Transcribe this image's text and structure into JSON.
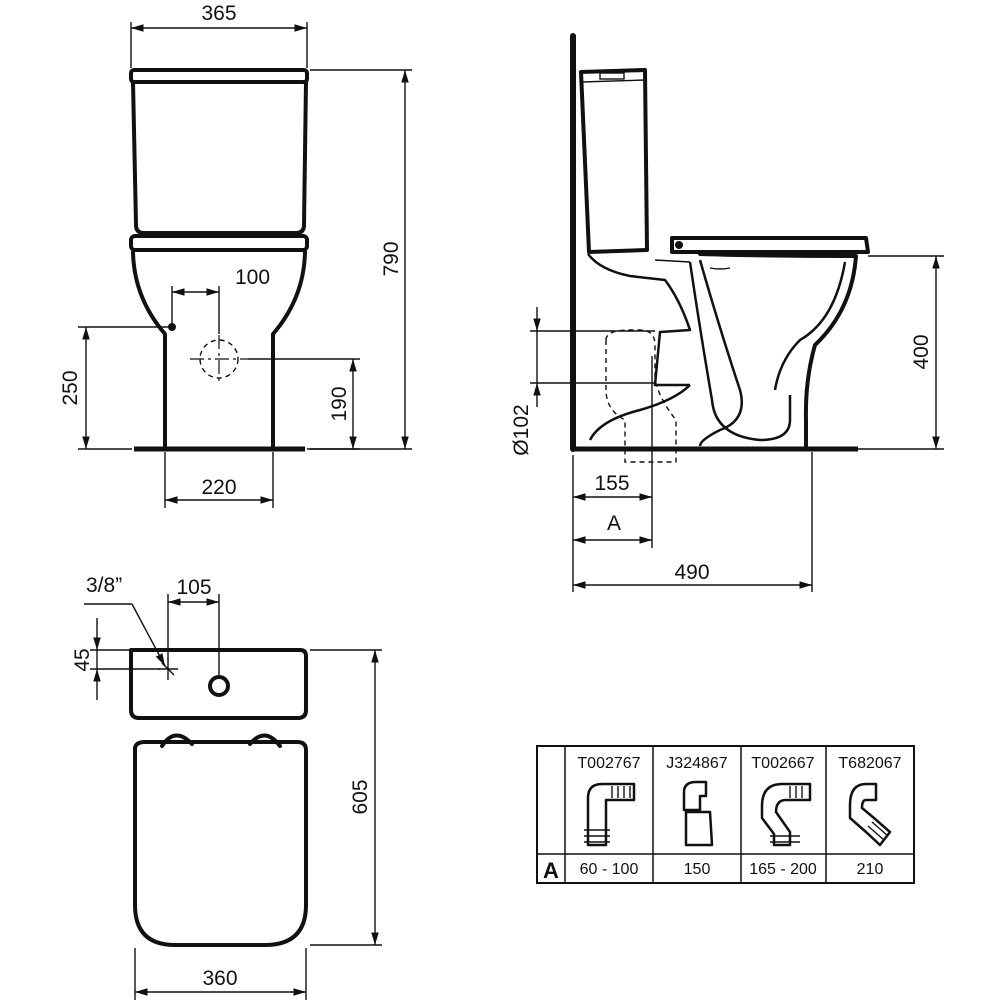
{
  "front_view": {
    "width_top": "365",
    "height_total": "790",
    "inlet_offset": "100",
    "inlet_height": "250",
    "outlet_height": "190",
    "base_width": "220"
  },
  "side_view": {
    "seat_height": "400",
    "outlet_diameter": "Ø102",
    "outlet_distance": "155",
    "variable_distance": "A",
    "depth": "490"
  },
  "top_view": {
    "inlet_thread": "3/8”",
    "hole_spacing": "105",
    "hole_offset": "45",
    "depth": "605",
    "width": "360"
  },
  "connector_table": {
    "row_label": "A",
    "columns": [
      {
        "code": "T002767",
        "range": "60 - 100",
        "icon": "pan-connector-90-bend-icon"
      },
      {
        "code": "J324867",
        "range": "150",
        "icon": "pan-connector-straight-icon"
      },
      {
        "code": "T002667",
        "range": "165 - 200",
        "icon": "pan-connector-offset-bend-icon"
      },
      {
        "code": "T682067",
        "range": "210",
        "icon": "pan-connector-45-bend-icon"
      }
    ]
  }
}
